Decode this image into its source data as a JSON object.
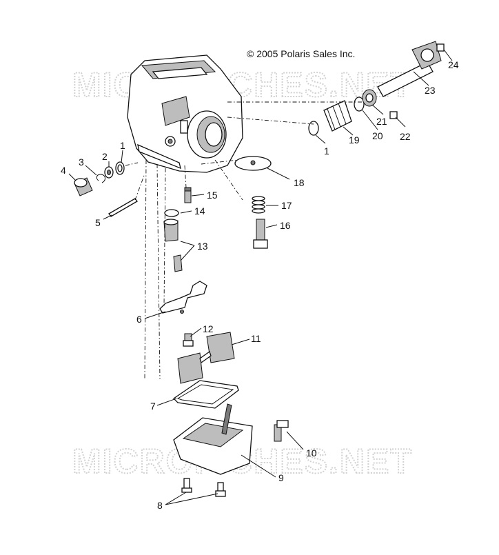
{
  "copyright": "© 2005 Polaris Sales Inc.",
  "watermark": "MICROFICHES.NET",
  "callouts": {
    "c1a": "1",
    "c2": "2",
    "c3": "3",
    "c4": "4",
    "c5": "5",
    "c6": "6",
    "c7": "7",
    "c8": "8",
    "c9": "9",
    "c10": "10",
    "c11": "11",
    "c12": "12",
    "c13": "13",
    "c14": "14",
    "c15": "15",
    "c16": "16",
    "c17": "17",
    "c18": "18",
    "c19": "19",
    "c20": "20",
    "c21": "21",
    "c22": "22",
    "c23": "23",
    "c24": "24",
    "c1b": "1"
  }
}
